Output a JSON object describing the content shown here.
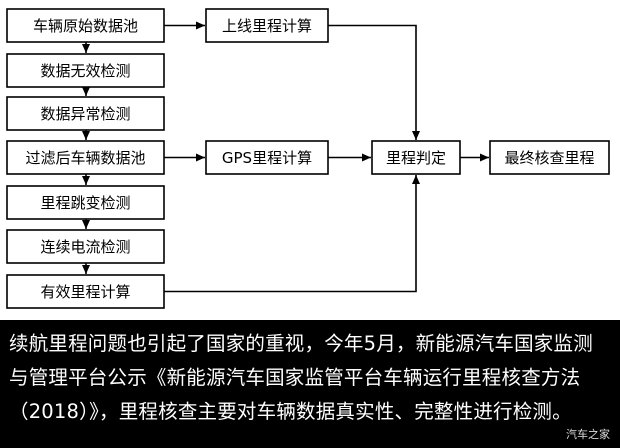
{
  "diagram": {
    "nodes": [
      {
        "id": "raw_pool",
        "label": "车辆原始数据池"
      },
      {
        "id": "invalid_check",
        "label": "数据无效检测"
      },
      {
        "id": "abnormal_check",
        "label": "数据异常检测"
      },
      {
        "id": "filtered_pool",
        "label": "过滤后车辆数据池"
      },
      {
        "id": "jump_check",
        "label": "里程跳变检测"
      },
      {
        "id": "current_check",
        "label": "连续电流检测"
      },
      {
        "id": "valid_mileage",
        "label": "有效里程计算"
      },
      {
        "id": "online_mileage",
        "label": "上线里程计算"
      },
      {
        "id": "gps_mileage",
        "label": "GPS里程计算"
      },
      {
        "id": "mileage_judge",
        "label": "里程判定"
      },
      {
        "id": "final_mileage",
        "label": "最终核查里程"
      }
    ],
    "edges": [
      {
        "from": "raw_pool",
        "to": "invalid_check"
      },
      {
        "from": "invalid_check",
        "to": "abnormal_check"
      },
      {
        "from": "abnormal_check",
        "to": "filtered_pool"
      },
      {
        "from": "filtered_pool",
        "to": "jump_check"
      },
      {
        "from": "jump_check",
        "to": "current_check"
      },
      {
        "from": "current_check",
        "to": "valid_mileage"
      },
      {
        "from": "raw_pool",
        "to": "online_mileage"
      },
      {
        "from": "filtered_pool",
        "to": "gps_mileage"
      },
      {
        "from": "online_mileage",
        "to": "mileage_judge"
      },
      {
        "from": "gps_mileage",
        "to": "mileage_judge"
      },
      {
        "from": "valid_mileage",
        "to": "mileage_judge"
      },
      {
        "from": "mileage_judge",
        "to": "final_mileage"
      }
    ]
  },
  "caption": {
    "text": "续航里程问题也引起了国家的重视，今年5月，新能源汽车国家监测与管理平台公示《新能源汽车国家监管平台车辆运行里程核查方法（2018）》，里程核查主要对车辆数据真实性、完整性进行检测。"
  },
  "watermark": {
    "text": "汽车之家"
  }
}
